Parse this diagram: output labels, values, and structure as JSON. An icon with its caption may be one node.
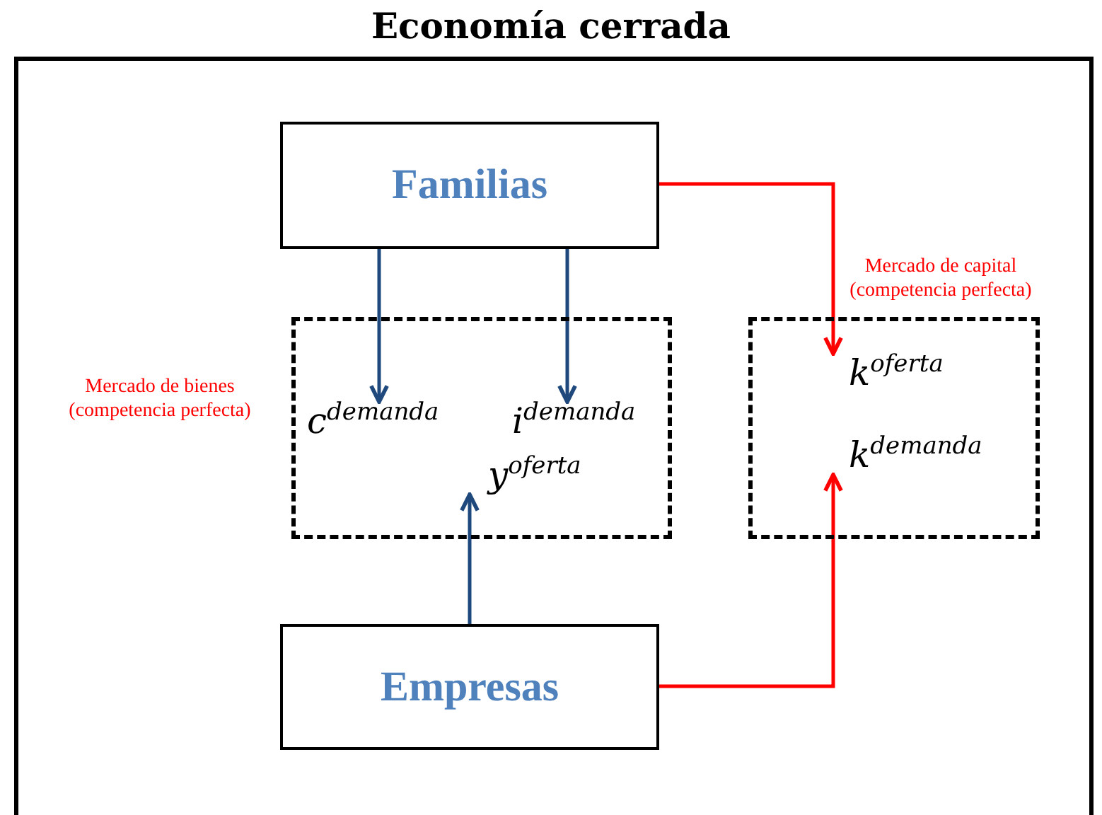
{
  "diagram": {
    "title": "Economía cerrada",
    "nodes": [
      {
        "text": [
          "Familias"
        ]
      },
      {
        "text": [],
        "shape": "box",
        "beside": [
          "Mercado de bienes (competencia perfecta)"
        ]
      },
      {
        "text": [
          "c$^{demanda}$"
        ],
        "in": 1
      },
      {
        "text": [
          "i$^{demanda}$"
        ],
        "in": 1
      },
      {
        "text": [
          "y$^{oferta}$"
        ],
        "in": 1
      },
      {
        "text": [],
        "shape": "box",
        "beside": [
          "Mercado de capital (competencia perfecta)"
        ]
      },
      {
        "text": [
          "k$^{oferta}$"
        ],
        "in": 5
      },
      {
        "text": [
          "k$^{demanda}$"
        ],
        "in": 5
      },
      {
        "text": [
          "Empresas"
        ]
      }
    ],
    "edges": [
      {
        "from": 0,
        "to": 2,
        "arrow": "to"
      },
      {
        "from": 0,
        "to": 3,
        "arrow": "to"
      },
      {
        "from": 8,
        "to": 4,
        "arrow": "to"
      },
      {
        "from": 0,
        "to": 6,
        "arrow": "to",
        "color": "#ff0000"
      },
      {
        "from": 8,
        "to": 7,
        "arrow": "to",
        "color": "#ff0000"
      }
    ]
  }
}
